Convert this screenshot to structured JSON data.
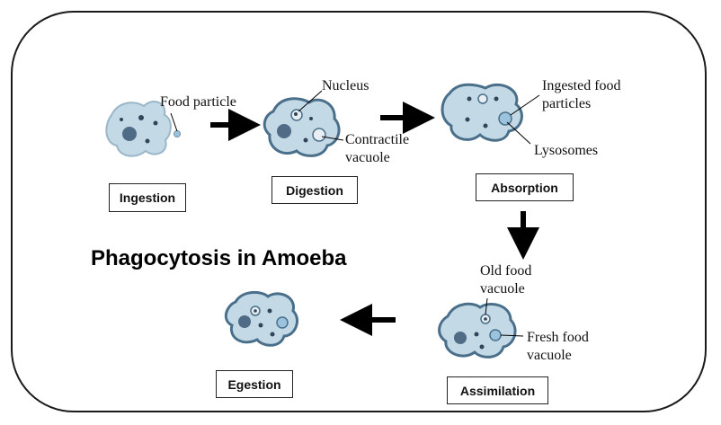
{
  "title": "Phagocytosis in Amoeba",
  "stages": {
    "ingestion": "Ingestion",
    "digestion": "Digestion",
    "absorption": "Absorption",
    "assimilation": "Assimilation",
    "egestion": "Egestion"
  },
  "labels": {
    "food_particle": "Food particle",
    "nucleus": "Nucleus",
    "contractile_line1": "Contractile",
    "contractile_line2": "vacuole",
    "ingested_line1": "Ingested food",
    "ingested_line2": "particles",
    "lysosomes": "Lysosomes",
    "old_food_line1": "Old food",
    "old_food_line2": "vacuole",
    "fresh_food_line1": "Fresh food",
    "fresh_food_line2": "vacuole"
  },
  "colors": {
    "cell_fill": "#c4d9e6",
    "cell_outline": "#4a6f8a",
    "nucleus": "#4f6b86",
    "arrow": "#000000"
  }
}
